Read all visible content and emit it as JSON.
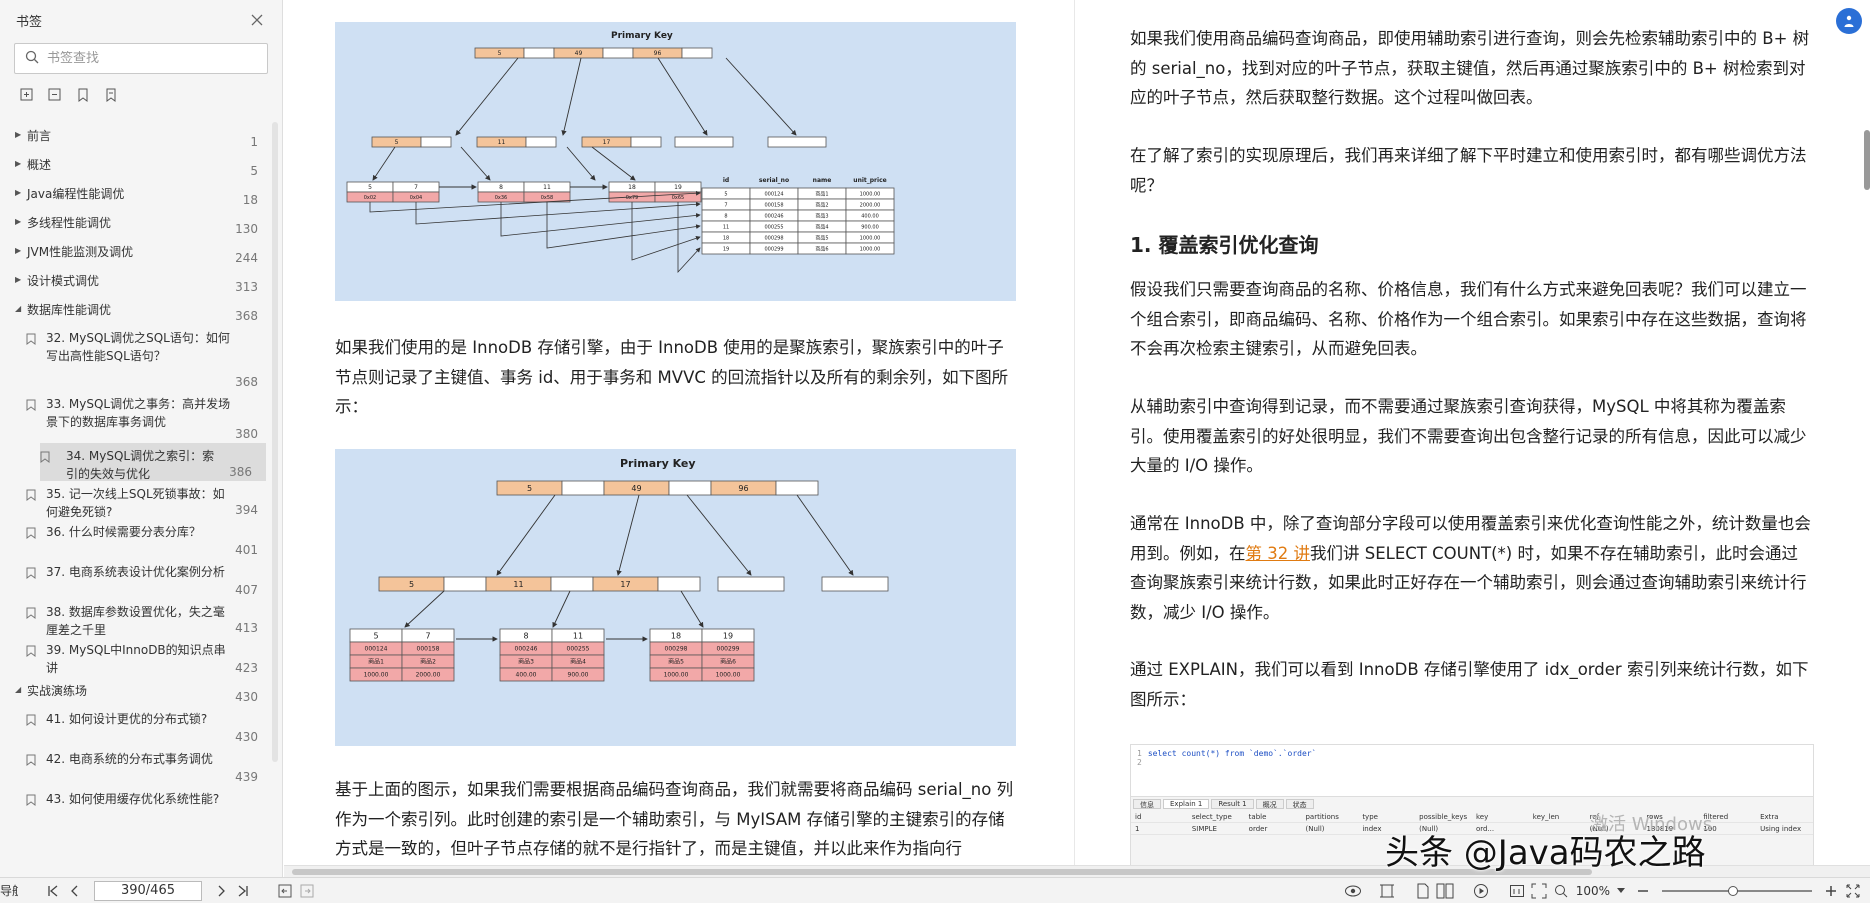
{
  "sidebar": {
    "title": "书签",
    "search_placeholder": "书签查找",
    "items": [
      {
        "label": "前言",
        "page": "1"
      },
      {
        "label": "概述",
        "page": "5"
      },
      {
        "label": "Java编程性能调优",
        "page": "18"
      },
      {
        "label": "多线程性能调优",
        "page": "130"
      },
      {
        "label": "JVM性能监测及调优",
        "page": "244"
      },
      {
        "label": "设计模式调优",
        "page": "313"
      },
      {
        "label": "数据库性能调优",
        "page": "368"
      }
    ],
    "subitems": [
      {
        "label": "32. MySQL调优之SQL语句：如何写出高性能SQL语句？",
        "page": "368"
      },
      {
        "label": "33. MySQL调优之事务：高并发场景下的数据库事务调优",
        "page": "380"
      },
      {
        "label": "34. MySQL调优之索引：索引的失效与优化",
        "page": "386"
      },
      {
        "label": "35. 记一次线上SQL死锁事故：如何避免死锁?",
        "page": "394"
      },
      {
        "label": "36. 什么时候需要分表分库？",
        "page": "401"
      },
      {
        "label": "37. 电商系统表设计优化案例分析",
        "page": "407"
      },
      {
        "label": "38. 数据库参数设置优化，失之毫厘差之千里",
        "page": "413"
      },
      {
        "label": "39. MySQL中InnoDB的知识点串讲",
        "page": "423"
      }
    ],
    "section2": {
      "label": "实战演练场",
      "page": "430"
    },
    "subitems2": [
      {
        "label": "41. 如何设计更优的分布式锁?",
        "page": "430"
      },
      {
        "label": "42. 电商系统的分布式事务调优",
        "page": "439"
      },
      {
        "label": "43. 如何使用缓存优化系统性能?",
        "page": ""
      }
    ]
  },
  "figure1": {
    "title": "Primary Key",
    "root": [
      "5",
      "49",
      "96"
    ],
    "level2": [
      "5",
      "11",
      "17"
    ],
    "leaf_keys": [
      [
        "5",
        "7"
      ],
      [
        "8",
        "11"
      ],
      [
        "18",
        "19"
      ]
    ],
    "leaf_ptrs": [
      [
        "0x02",
        "0x04"
      ],
      [
        "0x36",
        "0x58"
      ],
      [
        "0x79",
        "0x65"
      ]
    ],
    "table_header": [
      "id",
      "serial_no",
      "name",
      "unit_price"
    ],
    "table_rows": [
      [
        "5",
        "000124",
        "商品1",
        "1000.00"
      ],
      [
        "7",
        "000158",
        "商品2",
        "2000.00"
      ],
      [
        "8",
        "000246",
        "商品3",
        "400.00"
      ],
      [
        "11",
        "000255",
        "商品4",
        "900.00"
      ],
      [
        "18",
        "000298",
        "商品5",
        "1000.00"
      ],
      [
        "19",
        "000299",
        "商品6",
        "1000.00"
      ]
    ]
  },
  "figure2": {
    "title": "Primary Key",
    "root": [
      "5",
      "49",
      "96"
    ],
    "level2": [
      "5",
      "11",
      "17"
    ],
    "leaf_keys": [
      [
        "5",
        "7"
      ],
      [
        "8",
        "11"
      ],
      [
        "18",
        "19"
      ]
    ],
    "leaf_rows": [
      [
        [
          "000124",
          "000158"
        ],
        [
          "商品1",
          "商品2"
        ],
        [
          "1000.00",
          "2000.00"
        ]
      ],
      [
        [
          "000246",
          "000255"
        ],
        [
          "商品3",
          "商品4"
        ],
        [
          "400.00",
          "900.00"
        ]
      ],
      [
        [
          "000298",
          "000299"
        ],
        [
          "商品5",
          "商品6"
        ],
        [
          "1000.00",
          "1000.00"
        ]
      ]
    ]
  },
  "left_text": {
    "p1": "如果我们使用的是 InnoDB 存储引擎，由于 InnoDB 使用的是聚族索引，聚族索引中的叶子节点则记录了主键值、事务 id、用于事务和 MVVC 的回流指针以及所有的剩余列，如下图所示：",
    "p2": "基于上面的图示，如果我们需要根据商品编码查询商品，我们就需要将商品编码 serial_no 列作为一个索引列。此时创建的索引是一个辅助索引，与 MyISAM 存储引擎的主键索引的存储方式是一致的，但叶子节点存储的就不是行指针了，而是主键值，并以此来作为指向行"
  },
  "right_text": {
    "p1": "如果我们使用商品编码查询商品，即使用辅助索引进行查询，则会先检索辅助索引中的 B+ 树的 serial_no，找到对应的叶子节点，获取主键值，然后再通过聚族索引中的 B+ 树检索到对应的叶子节点，然后获取整行数据。这个过程叫做回表。",
    "p2": "在了解了索引的实现原理后，我们再来详细了解下平时建立和使用索引时，都有哪些调优方法呢？",
    "heading": "1. 覆盖索引优化查询",
    "p3": "假设我们只需要查询商品的名称、价格信息，我们有什么方式来避免回表呢？我们可以建立一个组合索引，即商品编码、名称、价格作为一个组合索引。如果索引中存在这些数据，查询将不会再次检索主键索引，从而避免回表。",
    "p4": "从辅助索引中查询得到记录，而不需要通过聚族索引查询获得，MySQL 中将其称为覆盖索引。使用覆盖索引的好处很明显，我们不需要查询出包含整行记录的所有信息，因此可以减少大量的 I/O 操作。",
    "p5a": "通常在 InnoDB 中，除了查询部分字段可以使用覆盖索引来优化查询性能之外，统计数量也会用到。例如，在",
    "p5link": "第 32 讲",
    "p5b": "我们讲 SELECT COUNT(*) 时，如果不存在辅助索引，此时会通过查询聚族索引来统计行数，如果此时正好存在一个辅助索引，则会通过查询辅助索引来统计行数，减少 I/O 操作。",
    "p6": "通过 EXPLAIN，我们可以看到 InnoDB 存储引擎使用了 idx_order 索引列来统计行数，如下图所示："
  },
  "explain": {
    "line_nums": [
      "1",
      "2"
    ],
    "sql_keyword": "select",
    "sql_rest": "count(*) from `demo`.`order`",
    "tabs": [
      "信息",
      "Explain 1",
      "Result 1",
      "概况",
      "状态"
    ],
    "header": [
      "id",
      "select_type",
      "table",
      "partitions",
      "type",
      "possible_keys",
      "key",
      "key_len",
      "ref",
      "rows",
      "filtered",
      "Extra"
    ],
    "row": [
      "1",
      "SIMPLE",
      "order",
      "(Null)",
      "index",
      "(Null)",
      "ord...",
      "",
      "(Null)",
      "180819",
      "100",
      "Using index"
    ]
  },
  "status": {
    "left_label": "导航",
    "page_value": "390/465",
    "zoom": "100%"
  },
  "watermark": "头条 @Java码农之路",
  "win_watermark": "激活 Windows"
}
